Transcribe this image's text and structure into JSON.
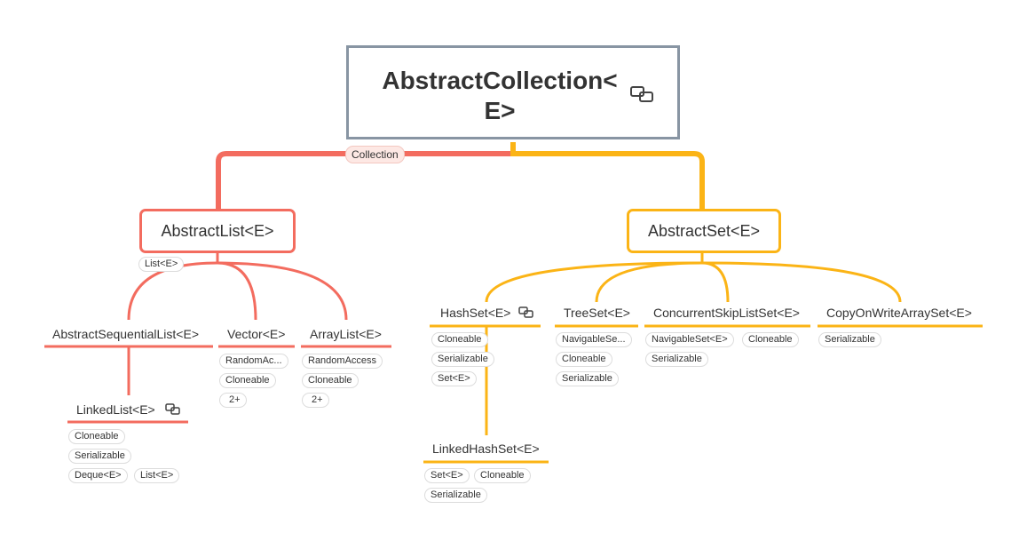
{
  "colors": {
    "red": "#f36c5f",
    "yellow": "#fbb416",
    "root_border": "#8895a3"
  },
  "root": {
    "title_line1": "AbstractCollection<",
    "title_line2": "E>",
    "icon": "link-icon"
  },
  "root_label": "Collection",
  "abstract_list": {
    "title": "AbstractList<E>",
    "label": "List<E>"
  },
  "abstract_set": {
    "title": "AbstractSet<E>"
  },
  "abstract_sequential_list": {
    "title": "AbstractSequentialList<E>"
  },
  "vector": {
    "title": "Vector<E>",
    "tags": [
      "RandomAc...",
      "Cloneable",
      "2+"
    ]
  },
  "array_list": {
    "title": "ArrayList<E>",
    "tags": [
      "RandomAccess",
      "Cloneable",
      "2+"
    ]
  },
  "linked_list": {
    "title": "LinkedList<E>",
    "icon": "link-icon",
    "tags": [
      "Cloneable",
      "Serializable",
      "Deque<E>",
      "List<E>"
    ]
  },
  "hash_set": {
    "title": "HashSet<E>",
    "icon": "link-icon",
    "tags": [
      "Cloneable",
      "Serializable",
      "Set<E>"
    ]
  },
  "tree_set": {
    "title": "TreeSet<E>",
    "tags": [
      "NavigableSe...",
      "Cloneable",
      "Serializable"
    ]
  },
  "concurrent_skip_list_set": {
    "title": "ConcurrentSkipListSet<E>",
    "tags": [
      "NavigableSet<E>",
      "Cloneable",
      "Serializable"
    ]
  },
  "copy_on_write_array_set": {
    "title": "CopyOnWriteArraySet<E>",
    "tags": [
      "Serializable"
    ]
  },
  "linked_hash_set": {
    "title": "LinkedHashSet<E>",
    "tags": [
      "Set<E>",
      "Cloneable",
      "Serializable"
    ]
  }
}
